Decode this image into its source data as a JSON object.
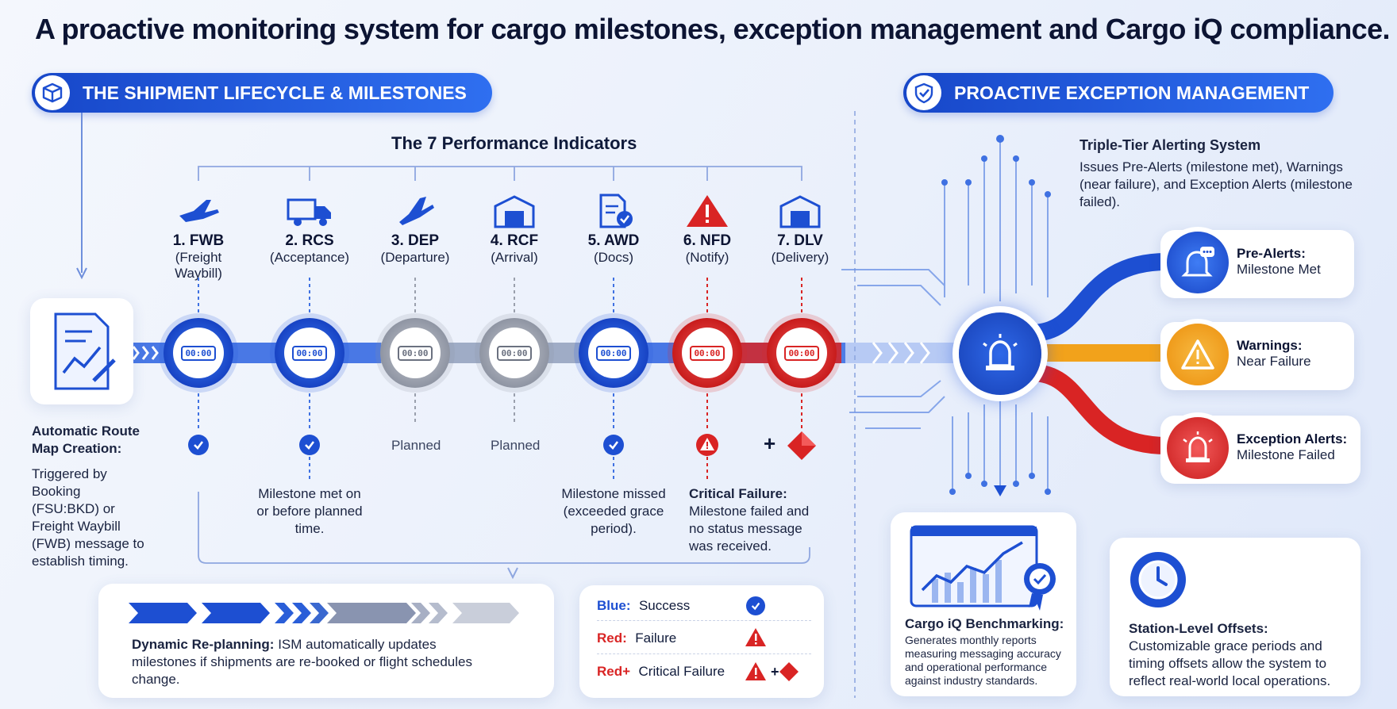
{
  "title": "A proactive monitoring system for cargo milestones, exception management and Cargo iQ compliance.",
  "left_header": "THE SHIPMENT LIFECYCLE & MILESTONES",
  "right_header": "PROACTIVE EXCEPTION MANAGEMENT",
  "kpi_heading": "The 7 Performance Indicators",
  "milestones": [
    {
      "name": "1. FWB",
      "sub": "(Freight Waybill)",
      "state": "blue",
      "icon": "airplane-icon",
      "status": "check"
    },
    {
      "name": "2. RCS",
      "sub": "(Acceptance)",
      "state": "blue",
      "icon": "truck-icon",
      "status": "check"
    },
    {
      "name": "3. DEP",
      "sub": "(Departure)",
      "state": "gray",
      "icon": "airplane-icon",
      "status": "Planned"
    },
    {
      "name": "4. RCF",
      "sub": "(Arrival)",
      "state": "gray",
      "icon": "warehouse-icon",
      "status": "Planned"
    },
    {
      "name": "5. AWD",
      "sub": "(Docs)",
      "state": "blue",
      "icon": "document-icon",
      "status": "check"
    },
    {
      "name": "6. NFD",
      "sub": "(Notify)",
      "state": "red",
      "icon": "warning-icon",
      "status": "warning"
    },
    {
      "name": "7. DLV",
      "sub": "(Delivery)",
      "state": "red",
      "icon": "warehouse-icon",
      "status": "critical"
    }
  ],
  "clock_text": "00:00",
  "route_map": {
    "title": "Automatic Route Map Creation:",
    "body": "Triggered by Booking (FSU:BKD) or Freight Waybill (FWB) message to establish timing."
  },
  "notes": {
    "met": "Milestone met on or before planned time.",
    "missed": "Milestone missed (exceeded grace period).",
    "critical_title": "Critical Failure:",
    "critical_body": "Milestone failed and no status message was received."
  },
  "replan": {
    "title": "Dynamic Re-planning:",
    "body": " ISM automatically updates milestones if shipments are re-booked or flight schedules change."
  },
  "legend": [
    {
      "key": "Blue:",
      "label": "Success",
      "color": "#1d4fd2"
    },
    {
      "key": "Red:",
      "label": "Failure",
      "color": "#d92424"
    },
    {
      "key": "Red+",
      "label": "Critical Failure",
      "color": "#d92424"
    }
  ],
  "alerting": {
    "title": "Triple-Tier Alerting System",
    "body": "Issues Pre-Alerts (milestone met), Warnings (near failure), and Exception Alerts (milestone failed)."
  },
  "alerts": [
    {
      "title": "Pre-Alerts:",
      "sub": "Milestone Met",
      "color": "#1d4fd2"
    },
    {
      "title": "Warnings:",
      "sub": "Near Failure",
      "color": "#f2a21b"
    },
    {
      "title": "Exception Alerts:",
      "sub": "Milestone Failed",
      "color": "#d92424"
    }
  ],
  "benchmark": {
    "title": "Cargo iQ Benchmarking:",
    "body": "Generates monthly reports measuring messaging accuracy and operational performance against industry standards."
  },
  "offsets": {
    "title": "Station-Level Offsets:",
    "body": "Customizable grace periods and timing offsets allow the system to reflect real-world local operations."
  },
  "colors": {
    "blue": "#1d4fd2",
    "red": "#d92424",
    "orange": "#f2a21b",
    "gray": "#8f95a3"
  }
}
